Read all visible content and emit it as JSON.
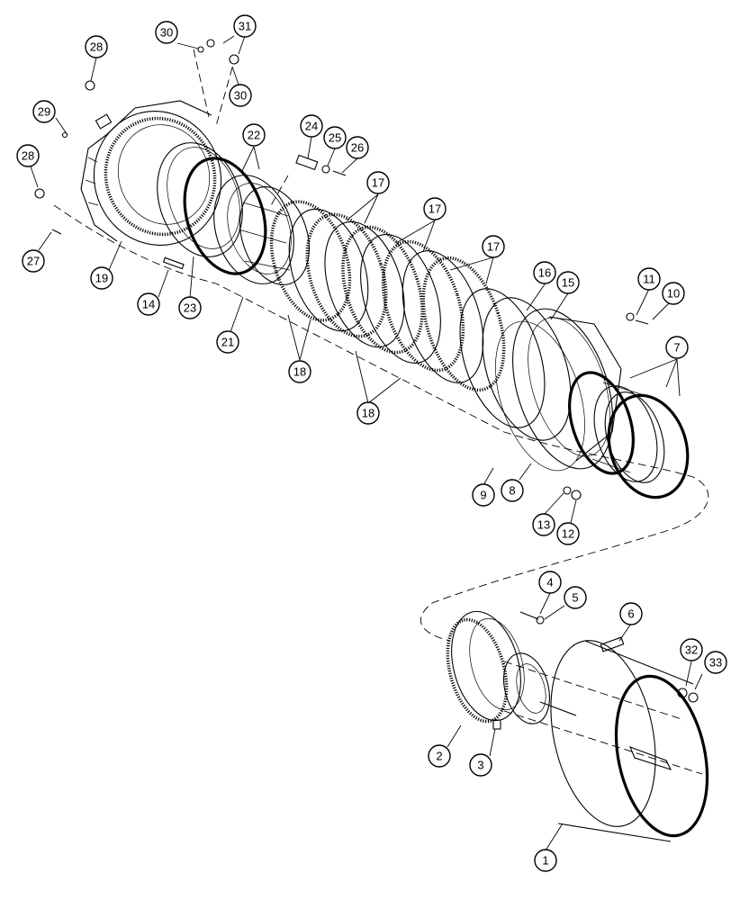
{
  "callouts": [
    {
      "id": "c1",
      "label": "1"
    },
    {
      "id": "c2",
      "label": "2"
    },
    {
      "id": "c3",
      "label": "3"
    },
    {
      "id": "c4",
      "label": "4"
    },
    {
      "id": "c5",
      "label": "5"
    },
    {
      "id": "c6",
      "label": "6"
    },
    {
      "id": "c7",
      "label": "7"
    },
    {
      "id": "c8",
      "label": "8"
    },
    {
      "id": "c9",
      "label": "9"
    },
    {
      "id": "c10",
      "label": "10"
    },
    {
      "id": "c11",
      "label": "11"
    },
    {
      "id": "c12",
      "label": "12"
    },
    {
      "id": "c13",
      "label": "13"
    },
    {
      "id": "c14",
      "label": "14"
    },
    {
      "id": "c15",
      "label": "15"
    },
    {
      "id": "c16",
      "label": "16"
    },
    {
      "id": "c17a",
      "label": "17"
    },
    {
      "id": "c17b",
      "label": "17"
    },
    {
      "id": "c17c",
      "label": "17"
    },
    {
      "id": "c18a",
      "label": "18"
    },
    {
      "id": "c18b",
      "label": "18"
    },
    {
      "id": "c19",
      "label": "19"
    },
    {
      "id": "c21",
      "label": "21"
    },
    {
      "id": "c22",
      "label": "22"
    },
    {
      "id": "c23",
      "label": "23"
    },
    {
      "id": "c24",
      "label": "24"
    },
    {
      "id": "c25",
      "label": "25"
    },
    {
      "id": "c26",
      "label": "26"
    },
    {
      "id": "c27",
      "label": "27"
    },
    {
      "id": "c28a",
      "label": "28"
    },
    {
      "id": "c28b",
      "label": "28"
    },
    {
      "id": "c29",
      "label": "29"
    },
    {
      "id": "c30a",
      "label": "30"
    },
    {
      "id": "c30b",
      "label": "30"
    },
    {
      "id": "c31",
      "label": "31"
    },
    {
      "id": "c32",
      "label": "32"
    },
    {
      "id": "c33",
      "label": "33"
    }
  ]
}
